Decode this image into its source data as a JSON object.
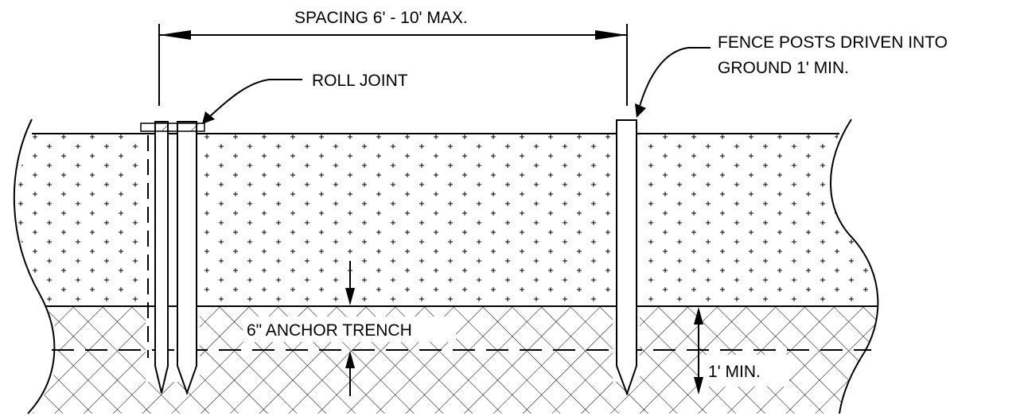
{
  "labels": {
    "spacing": "SPACING 6' - 10' MAX.",
    "roll_joint": "ROLL JOINT",
    "fence_posts_line1": "FENCE POSTS DRIVEN INTO",
    "fence_posts_line2": "GROUND 1' MIN.",
    "anchor_trench": "6\" ANCHOR TRENCH",
    "min_depth": "1' MIN."
  },
  "colors": {
    "line": "#000000",
    "background": "#ffffff"
  }
}
